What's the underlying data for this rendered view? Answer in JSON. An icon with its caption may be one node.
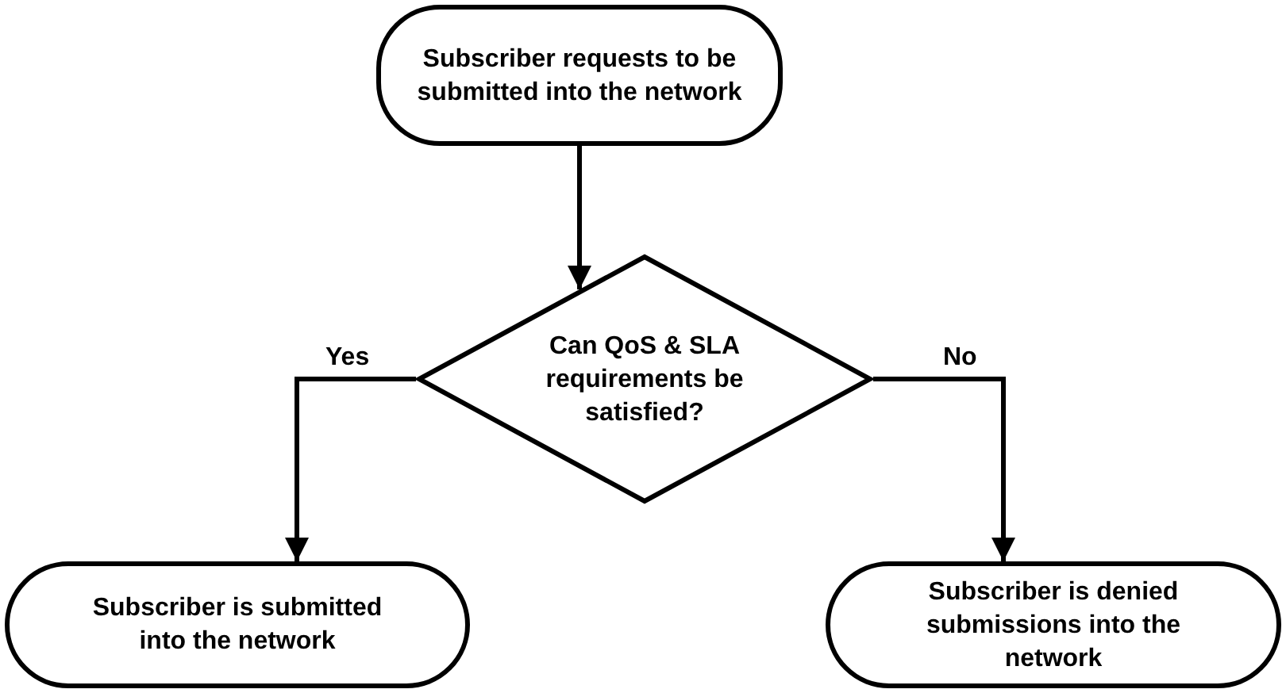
{
  "diagram": {
    "nodes": [
      {
        "text": [
          "Subscriber requests to be submitted into the network"
        ]
      },
      {
        "text": [
          "Can QoS & SLA requirements be satisfied?"
        ]
      },
      {
        "text": [
          "Subscriber is submitted into the network"
        ]
      },
      {
        "text": [
          "Subscriber is denied submissions into the network"
        ]
      }
    ],
    "edges": [
      {
        "from": 0,
        "to": 1,
        "arrow": "to"
      },
      {
        "from": 1,
        "to": 2,
        "arrow": "to",
        "label": "Yes"
      },
      {
        "from": 1,
        "to": 3,
        "arrow": "to",
        "label": "No"
      }
    ]
  }
}
